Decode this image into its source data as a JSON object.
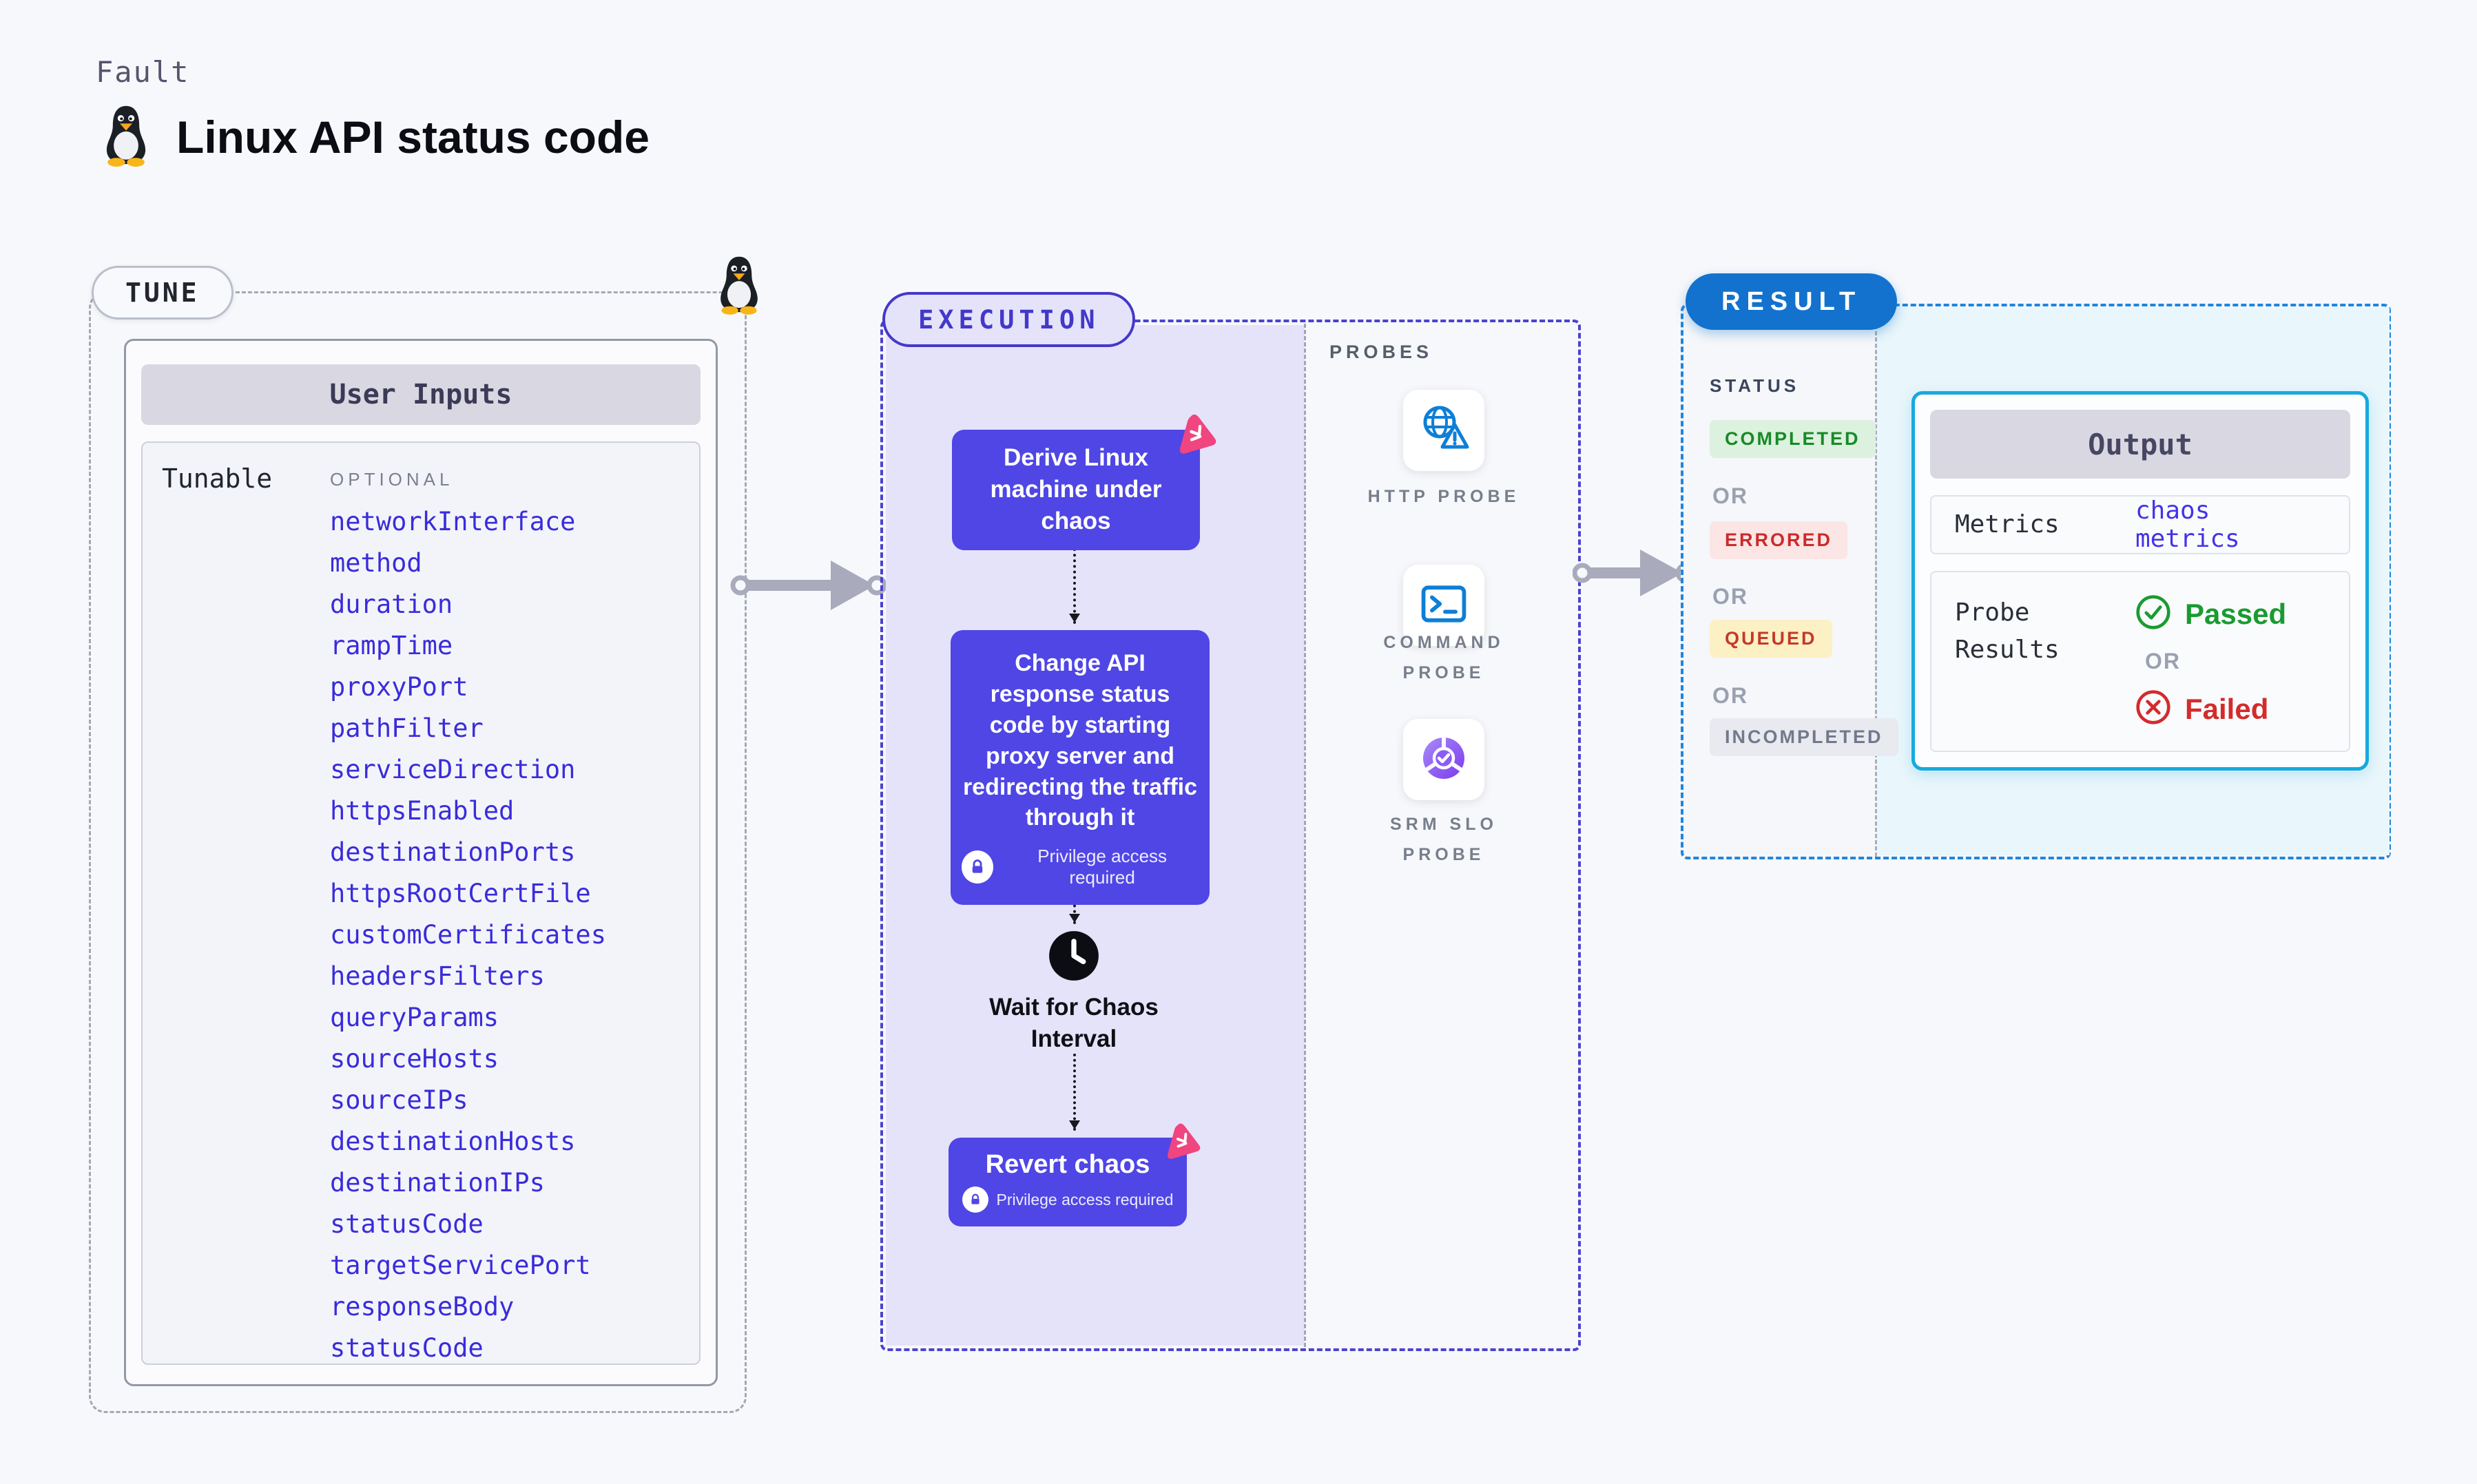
{
  "colors": {
    "step_indigo": "#4F46E5",
    "execution_border": "#4C42CE",
    "result_badge_blue": "#1272CE",
    "output_border": "#17A9DE",
    "param_text": "#3A2CDB",
    "metrics_value": "#4433E8",
    "passed_green": "#1A9B31",
    "failed_red": "#D42B2B",
    "chaos_pink": "#F0457F"
  },
  "header": {
    "kind_label": "Fault",
    "title": "Linux API status code"
  },
  "tune": {
    "badge": "TUNE",
    "panel_title": "User Inputs",
    "row_label": "Tunable",
    "column_label": "OPTIONAL",
    "params": [
      "networkInterface",
      "method",
      "duration",
      "rampTime",
      "proxyPort",
      "pathFilter",
      "serviceDirection",
      "httpsEnabled",
      "destinationPorts",
      "httpsRootCertFile",
      "customCertificates",
      "headersFilters",
      "queryParams",
      "sourceHosts",
      "sourceIPs",
      "destinationHosts",
      "destinationIPs",
      "statusCode",
      "targetServicePort",
      "responseBody",
      "statusCode"
    ]
  },
  "execution": {
    "badge": "EXECUTION",
    "step1": "Derive Linux machine under chaos",
    "step2": "Change API response status code by starting proxy server and redirecting the traffic through it",
    "wait": "Wait for Chaos Interval",
    "revert": "Revert chaos",
    "privilege_note": "Privilege access required"
  },
  "probes": {
    "section_label": "PROBES",
    "items": [
      {
        "label": "HTTP PROBE",
        "icon": "globe-alert-icon"
      },
      {
        "label": "COMMAND PROBE",
        "icon": "terminal-icon"
      },
      {
        "label": "SRM SLO PROBE",
        "icon": "slo-donut-icon"
      }
    ]
  },
  "result": {
    "badge": "RESULT",
    "status_label": "STATUS",
    "or_label": "OR",
    "statuses": [
      {
        "label": "COMPLETED",
        "bg": "#DCF1DE",
        "fg": "#178A27"
      },
      {
        "label": "ERRORED",
        "bg": "#FBE5E5",
        "fg": "#CC2A2A"
      },
      {
        "label": "QUEUED",
        "bg": "#FCF0C5",
        "fg": "#C43A2A"
      },
      {
        "label": "INCOMPLETED",
        "bg": "#E9E9F0",
        "fg": "#717A8C"
      }
    ],
    "output": {
      "title": "Output",
      "metrics_label": "Metrics",
      "metrics_value": "chaos metrics",
      "probe_results_label": "Probe Results",
      "passed": "Passed",
      "or": "OR",
      "failed": "Failed"
    }
  }
}
